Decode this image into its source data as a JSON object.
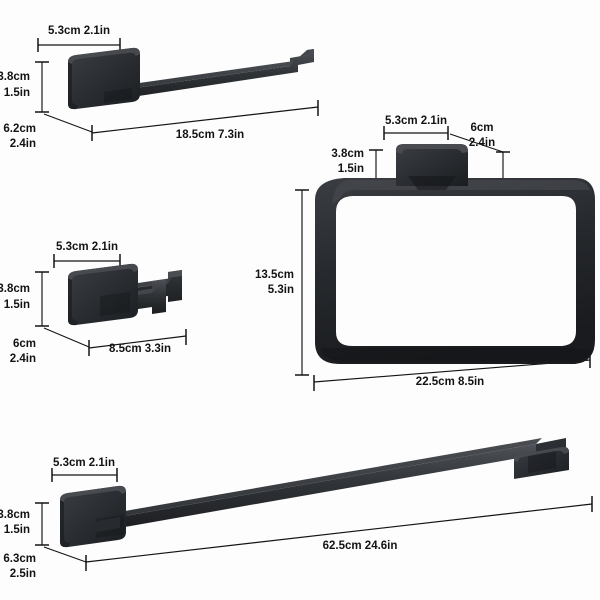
{
  "scene": {
    "title": "Bathroom Hardware Set Dimension Diagram",
    "background_color": "#fdfdfd",
    "hardware_color": "#2e3033",
    "hardware_color_dark": "#1d1f22",
    "hardware_color_light": "#44474b",
    "dimension_color": "#131313",
    "unit_note": "dimensions shown in centimeters and inches"
  },
  "products": [
    {
      "name": "toilet-paper-holder",
      "label": "Toilet Paper Holder",
      "dimensions": {
        "plate_width": {
          "cm": "5.3cm",
          "in": "2.1in",
          "text": "5.3cm 2.1in"
        },
        "plate_height": {
          "cm": "3.8cm",
          "in": "1.5in",
          "text": "3.8cm",
          "text2": "1.5in"
        },
        "depth": {
          "cm": "6.2cm",
          "in": "2.4in",
          "text": "6.2cm",
          "text2": "2.4in"
        },
        "length": {
          "cm": "18.5cm",
          "in": "7.3in",
          "text": "18.5cm 7.3in"
        }
      }
    },
    {
      "name": "double-robe-hook",
      "label": "Double Robe Hook",
      "dimensions": {
        "plate_width": {
          "cm": "5.3cm",
          "in": "2.1in",
          "text": "5.3cm 2.1in"
        },
        "plate_height": {
          "cm": "3.8cm",
          "in": "1.5in",
          "text": "3.8cm",
          "text2": "1.5in"
        },
        "depth": {
          "cm": "6cm",
          "in": "2.4in",
          "text": "6cm",
          "text2": "2.4in"
        },
        "length": {
          "cm": "8.5cm",
          "in": "3.3in",
          "text": "8.5cm 3.3in"
        }
      }
    },
    {
      "name": "towel-ring",
      "label": "Towel Ring",
      "dimensions": {
        "plate_width": {
          "cm": "5.3cm",
          "in": "2.1in",
          "text": "5.3cm 2.1in"
        },
        "plate_height": {
          "cm": "3.8cm",
          "in": "1.5in",
          "text": "3.8cm",
          "text2": "1.5in"
        },
        "depth": {
          "cm": "6cm",
          "in": "2.4in",
          "text": "6cm",
          "text2": "2.4in"
        },
        "height": {
          "cm": "13.5cm",
          "in": "5.3in",
          "text": "13.5cm",
          "text2": "5.3in"
        },
        "width": {
          "cm": "22.5cm",
          "in": "8.5in",
          "text": "22.5cm 8.5in"
        }
      }
    },
    {
      "name": "towel-bar",
      "label": "Towel Bar",
      "dimensions": {
        "plate_width": {
          "cm": "5.3cm",
          "in": "2.1in",
          "text": "5.3cm 2.1in"
        },
        "plate_height": {
          "cm": "3.8cm",
          "in": "1.5in",
          "text": "3.8cm",
          "text2": "1.5in"
        },
        "depth": {
          "cm": "6.3cm",
          "in": "2.5in",
          "text": "6.3cm",
          "text2": "2.5in"
        },
        "length": {
          "cm": "62.5cm",
          "in": "24.6in",
          "text": "62.5cm 24.6in"
        }
      }
    }
  ],
  "labels": {
    "tph_plate_width": "5.3cm 2.1in",
    "tph_plate_h1": "3.8cm",
    "tph_plate_h2": "1.5in",
    "tph_depth1": "6.2cm",
    "tph_depth2": "2.4in",
    "tph_length": "18.5cm 7.3in",
    "hook_plate_width": "5.3cm 2.1in",
    "hook_plate_h1": "3.8cm",
    "hook_plate_h2": "1.5in",
    "hook_depth1": "6cm",
    "hook_depth2": "2.4in",
    "hook_length": "8.5cm 3.3in",
    "ring_plate_width": "5.3cm 2.1in",
    "ring_depth1": "6cm",
    "ring_depth2": "2.4in",
    "ring_plate_h1": "3.8cm",
    "ring_plate_h2": "1.5in",
    "ring_height1": "13.5cm",
    "ring_height2": "5.3in",
    "ring_width": "22.5cm 8.5in",
    "bar_plate_width": "5.3cm 2.1in",
    "bar_plate_h1": "3.8cm",
    "bar_plate_h2": "1.5in",
    "bar_depth1": "6.3cm",
    "bar_depth2": "2.5in",
    "bar_length": "62.5cm 24.6in"
  }
}
